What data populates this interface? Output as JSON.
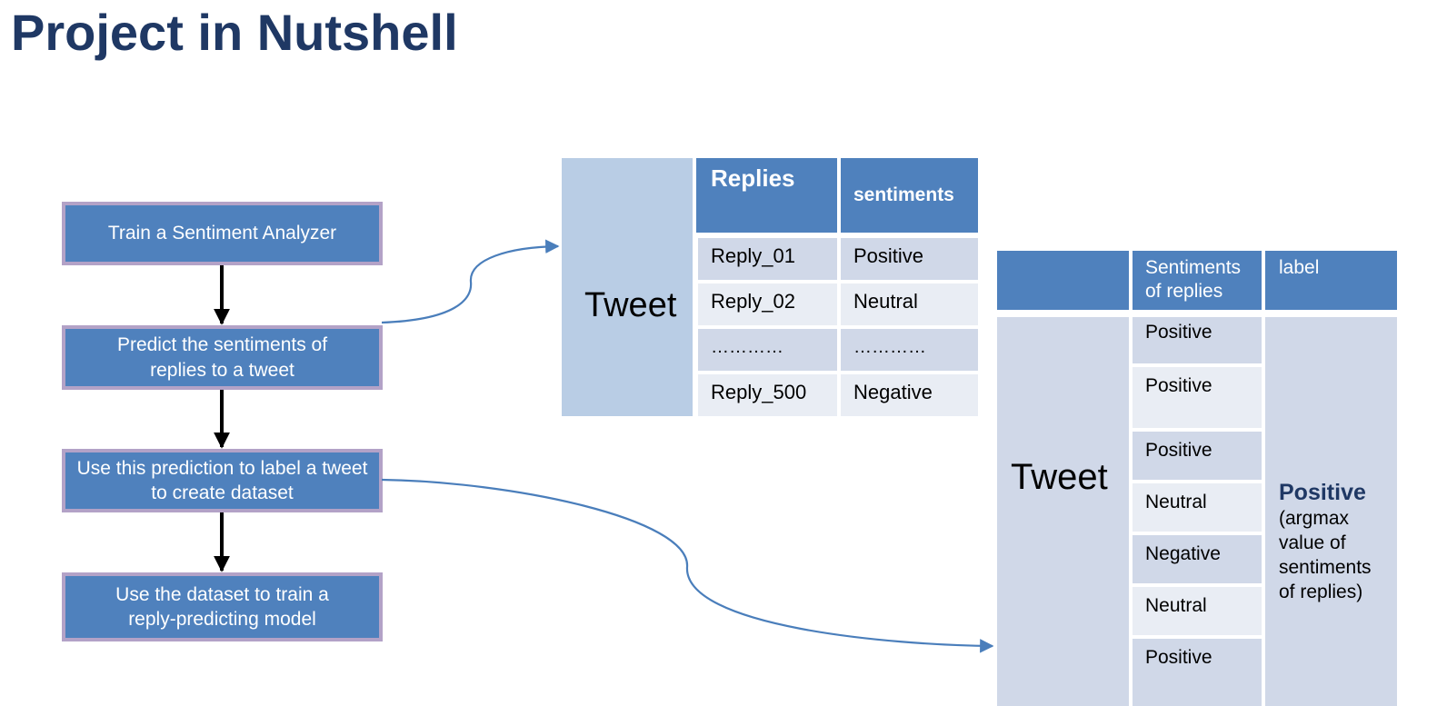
{
  "title": "Project in Nutshell",
  "flow": [
    "Train a Sentiment Analyzer",
    "Predict the sentiments of replies to a tweet",
    "Use this prediction to label a tweet to create dataset",
    "Use the dataset to train a reply-predicting model"
  ],
  "replies_table": {
    "row_header": "Tweet",
    "col_headers": [
      "Replies",
      "sentiments"
    ],
    "rows": [
      [
        "Reply_01",
        "Positive"
      ],
      [
        "Reply_02",
        "Neutral"
      ],
      [
        "…………",
        "…………"
      ],
      [
        "Reply_500",
        "Negative"
      ]
    ]
  },
  "label_table": {
    "row_header": "Tweet",
    "col_headers": [
      "Sentiments of replies",
      "label"
    ],
    "sentiments": [
      "Positive",
      "Positive",
      "Positive",
      "Neutral",
      "Negative",
      "Neutral",
      "Positive"
    ],
    "label_value": "Positive",
    "label_note": "(argmax value of sentiments of replies)"
  },
  "colors": {
    "title": "#1f3864",
    "box_fill": "#4f81bd",
    "box_border": "#b3a2c7",
    "cell_dark": "#d0d8e8",
    "cell_light": "#e9edf4",
    "side_column": "#b9cde5",
    "connector": "#4a7ebb"
  }
}
